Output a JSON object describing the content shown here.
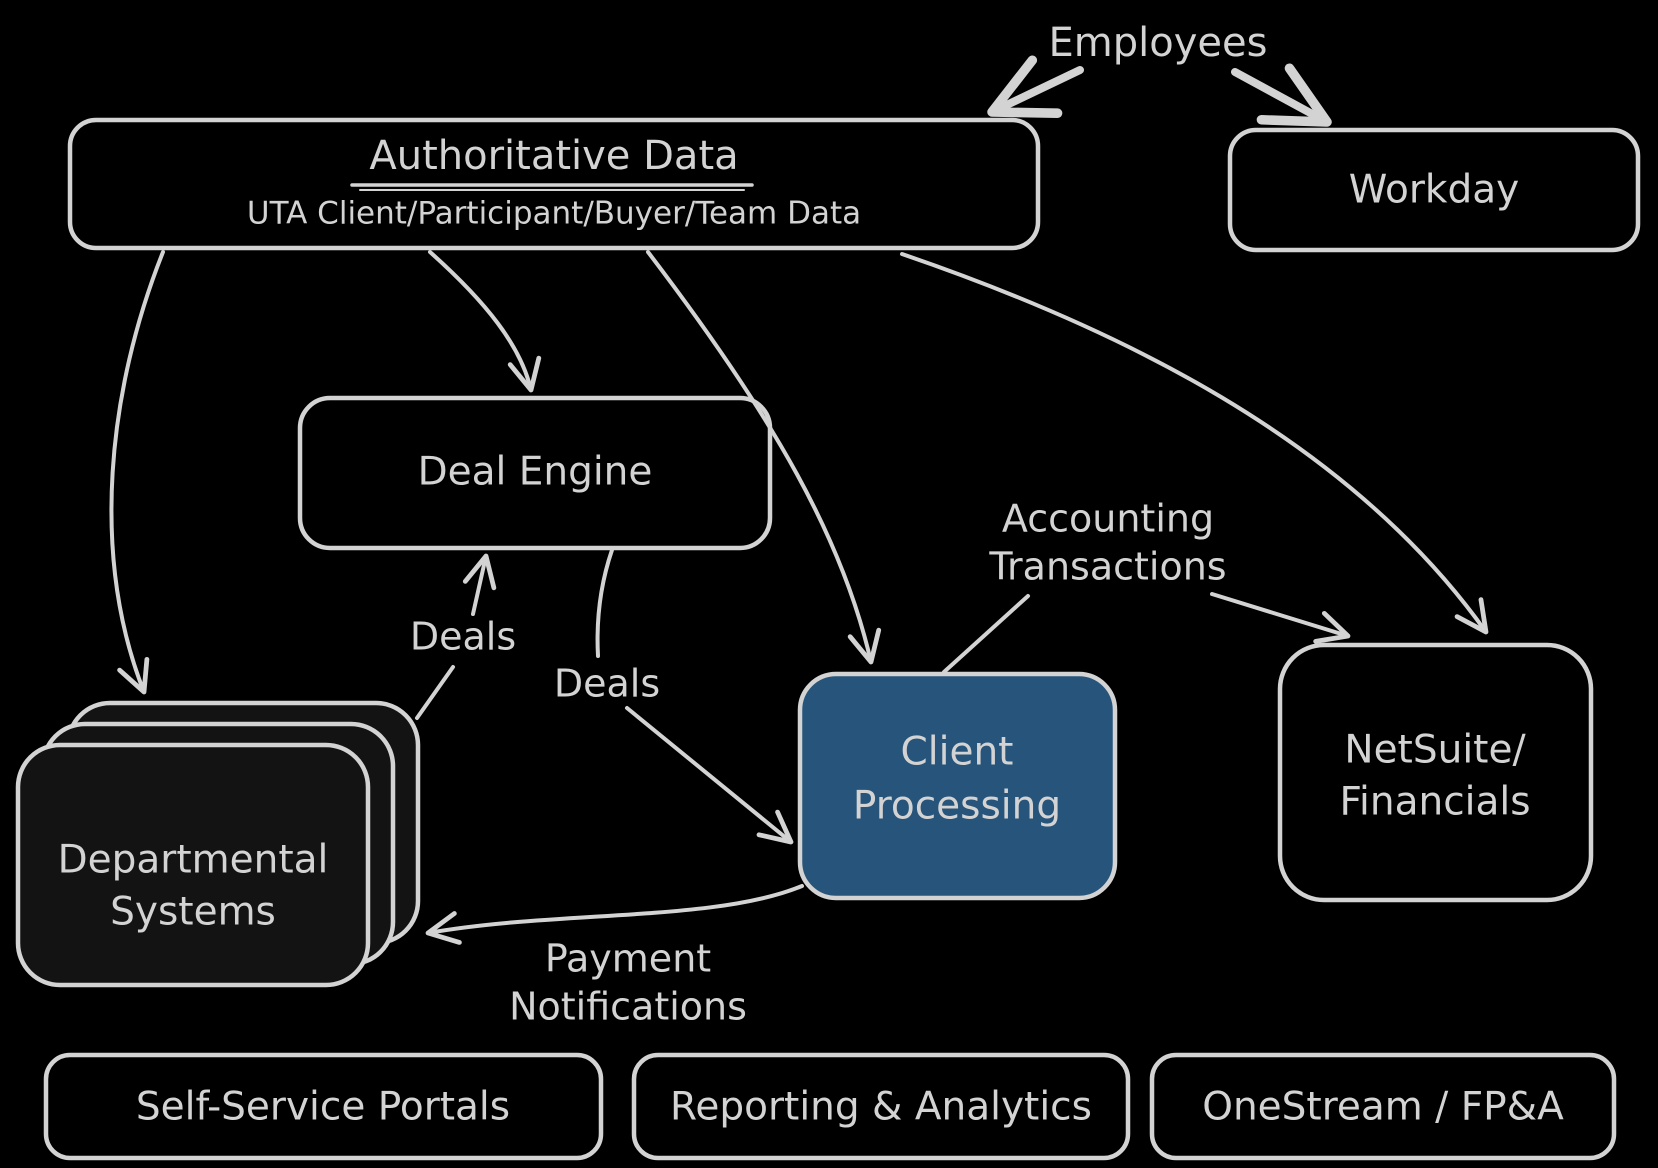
{
  "colors": {
    "background": "#000000",
    "stroke": "#d3d3d3",
    "text": "#d3d3d3",
    "client_processing_fill": "#27547a",
    "departmental_fill": "#131313"
  },
  "nodes": {
    "authoritative_data": {
      "title": "Authoritative Data",
      "subtitle": "UTA Client/Participant/Buyer/Team Data"
    },
    "workday": {
      "label": "Workday"
    },
    "deal_engine": {
      "label": "Deal Engine"
    },
    "departmental_systems": {
      "lines": [
        "Departmental",
        "Systems"
      ]
    },
    "client_processing": {
      "lines": [
        "Client",
        "Processing"
      ]
    },
    "netsuite_financials": {
      "lines": [
        "NetSuite/",
        "Financials"
      ]
    },
    "self_service_portals": {
      "label": "Self-Service Portals"
    },
    "reporting_analytics": {
      "label": "Reporting & Analytics"
    },
    "onestream_fpa": {
      "label": "OneStream / FP&A"
    }
  },
  "labels": {
    "employees": "Employees",
    "deals_to_deal_engine": "Deals",
    "deals_to_client_processing": "Deals",
    "accounting_transactions": [
      "Accounting",
      "Transactions"
    ],
    "payment_notifications": [
      "Payment",
      "Notifications"
    ]
  }
}
